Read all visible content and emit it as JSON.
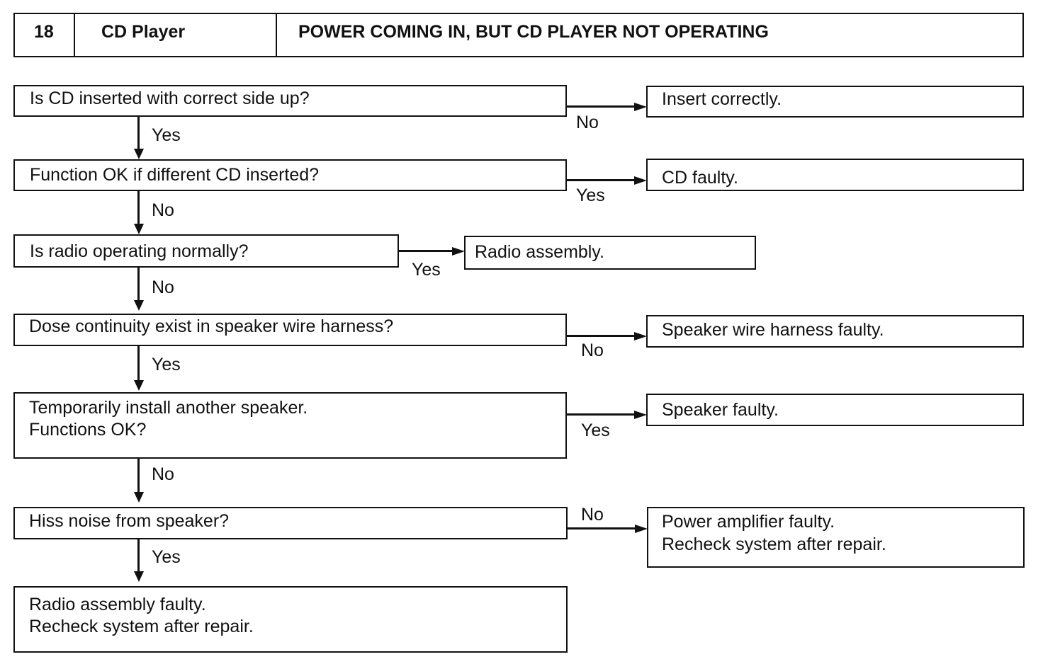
{
  "header": {
    "number": "18",
    "system": "CD Player",
    "title": "POWER COMING IN, BUT CD PLAYER NOT OPERATING"
  },
  "flow": {
    "q1": {
      "text": "Is CD inserted with correct side up?",
      "down_label": "Yes",
      "side_label": "No",
      "result": "Insert correctly."
    },
    "q2": {
      "text": "Function OK if different CD inserted?",
      "down_label": "No",
      "side_label": "Yes",
      "result": "CD faulty."
    },
    "q3": {
      "text": "Is radio operating normally?",
      "down_label": "No",
      "side_label": "Yes",
      "result": "Radio assembly."
    },
    "q4": {
      "text": "Dose continuity exist in speaker wire harness?",
      "down_label": "Yes",
      "side_label": "No",
      "result": "Speaker wire harness faulty."
    },
    "q5": {
      "text_line1": "Temporarily install another speaker.",
      "text_line2": "Functions OK?",
      "down_label": "No",
      "side_label": "Yes",
      "result": "Speaker faulty."
    },
    "q6": {
      "text": "Hiss noise from speaker?",
      "down_label": "Yes",
      "side_label": "No",
      "result_line1": "Power amplifier faulty.",
      "result_line2": "Recheck system after repair."
    },
    "final": {
      "line1": "Radio assembly faulty.",
      "line2": "Recheck system after repair."
    }
  }
}
